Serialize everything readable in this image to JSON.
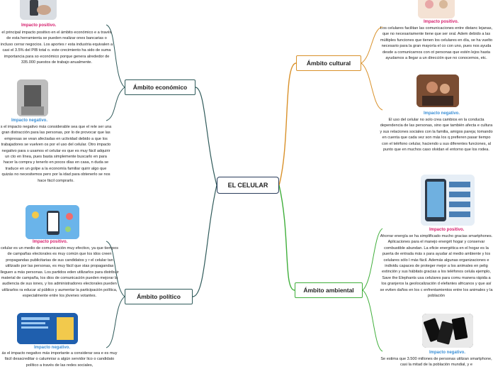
{
  "center": {
    "label": "EL CELULAR"
  },
  "branches": {
    "economico": {
      "label": "Ámbito económico"
    },
    "politico": {
      "label": "Ámbito político"
    },
    "cultural": {
      "label": "Ámbito cultural"
    },
    "ambiental": {
      "label": "Ámbito ambiental"
    }
  },
  "economico": {
    "positive": {
      "title": "Impacto positivo.",
      "text": "el principal impacto positivo en el ámbito económico e a través de esta herramienta se pueden realizar ones bancarias o incluso cerrar negocios. Los aportes r esta industria equivalen a casi el 3.5% del PIB total o. este crecimiento ha sido de suma importancia para so económico porque genera alrededor de 335.000 puestos de trabajo anualmente."
    },
    "negative": {
      "title": "Impacto negativo.",
      "text": "s el impacto negativo más considerable sea que el rele ser una gran distracción para las personas, por lo de provocar que las empresas se vean afectadas en uctividad debido a que los trabajadores se vuelven os por el uso del celular. Otro impacto negativo para s usamos el celular es que es muy fácil adquirir un cto en línea, pues basta simplemente buscarlo en para hacer la compra y tenerlo en pocos días en casa, n duda se traduce en un golpe a la economía familiar quirir algo que quizás no necesitemos pero por la idad para obtenerlo se nos hace fácil comprarlo."
    }
  },
  "politico": {
    "positive": {
      "title": "Impacto positivo.",
      "text": "celular es un medio de comunicación muy efectivo, ya que tiempos de campañas electorales es muy común que los idos creen propagandas publicitarias de sus candidatos y r el celular tan utilizado por las personas, es muy fácil que stas propagandas lleguen a más personas. Los partidos eden utilizarlos para distribuir material de campaña, los dios de comunicación pueden mejorar la audiencia de sus iones, y los administradores electorales pueden utilizarlos ra educar al público y aumentar la participación política, especialmente entre los jóvenes votantes."
    },
    "negative": {
      "title": "Impacto negativo.",
      "text": "ás el impacto negativo más importante a considerar sea e es muy fácil desacreditar o calumniar a algún servidor lico o candidato político a través de las redes sociales,"
    }
  },
  "cultural": {
    "positive": {
      "title": "Impacto positivo.",
      "text": "Los celulares facilitan las comunicaciones entre distanc lejanas, que no necesariamente tiene que ser oral. Adem debido a las múltiples funciones que tienen los celulares en día, se ha vuelto necesario para la gran mayoría el co con uno, pues nos ayuda desde a comunicarnos con ot personas que estén lejos hasta ayudarnos a llegar a un dirección que no conocemos, etc."
    },
    "negative": {
      "title": "Impacto negativo.",
      "text": "El uso del celular no solo crea cambios en la conducta dependencia de las personas, sino que también afecta e cultura y sus relaciones sociales con la familia, amigos pareja; tomando en cuenta que cada vez son más los q prefieren pasar tiempo con el teléfono celular, haciendo u sus diferentes funciones, al punto que en muchos caso olvidan el entorno que los rodea."
    }
  },
  "ambiental": {
    "positive": {
      "title": "Impacto positivo.",
      "text": "Ahorrar energía se ha simplificado mucho gracias smartphones. Aplicaciones para el manejo energét hogar y conservar combustible abundan. La eficie energética en el hogar es la puerta de entrada más s para ayudar al medio ambiente y los celulares sólo l más fácil. Además algunas organizaciones e individu capaces de proteger mejor a los animales en pelig extinción y sus hábitats gracias a los teléfonos celula ejemplo, Save the Elephants usa celulares para comu manera rápida a los granjeros la geolocalización d elefantes africanos y que así se eviten daños en los c enfrentamientos entre los animales y la población"
    },
    "negative": {
      "title": "Impacto negativo.",
      "text": "Se estima que 3.500 millones de personas utilizan smartphone, casi la mitad de la población mundial, y e"
    }
  },
  "colors": {
    "cultural_line": "#d9912a",
    "ambiental_line": "#3fae3a",
    "economico_line": "#2f5a5a",
    "politico_line": "#2f5a5a",
    "positive_title": "#d6206e",
    "negative_title": "#3a8fd6"
  }
}
